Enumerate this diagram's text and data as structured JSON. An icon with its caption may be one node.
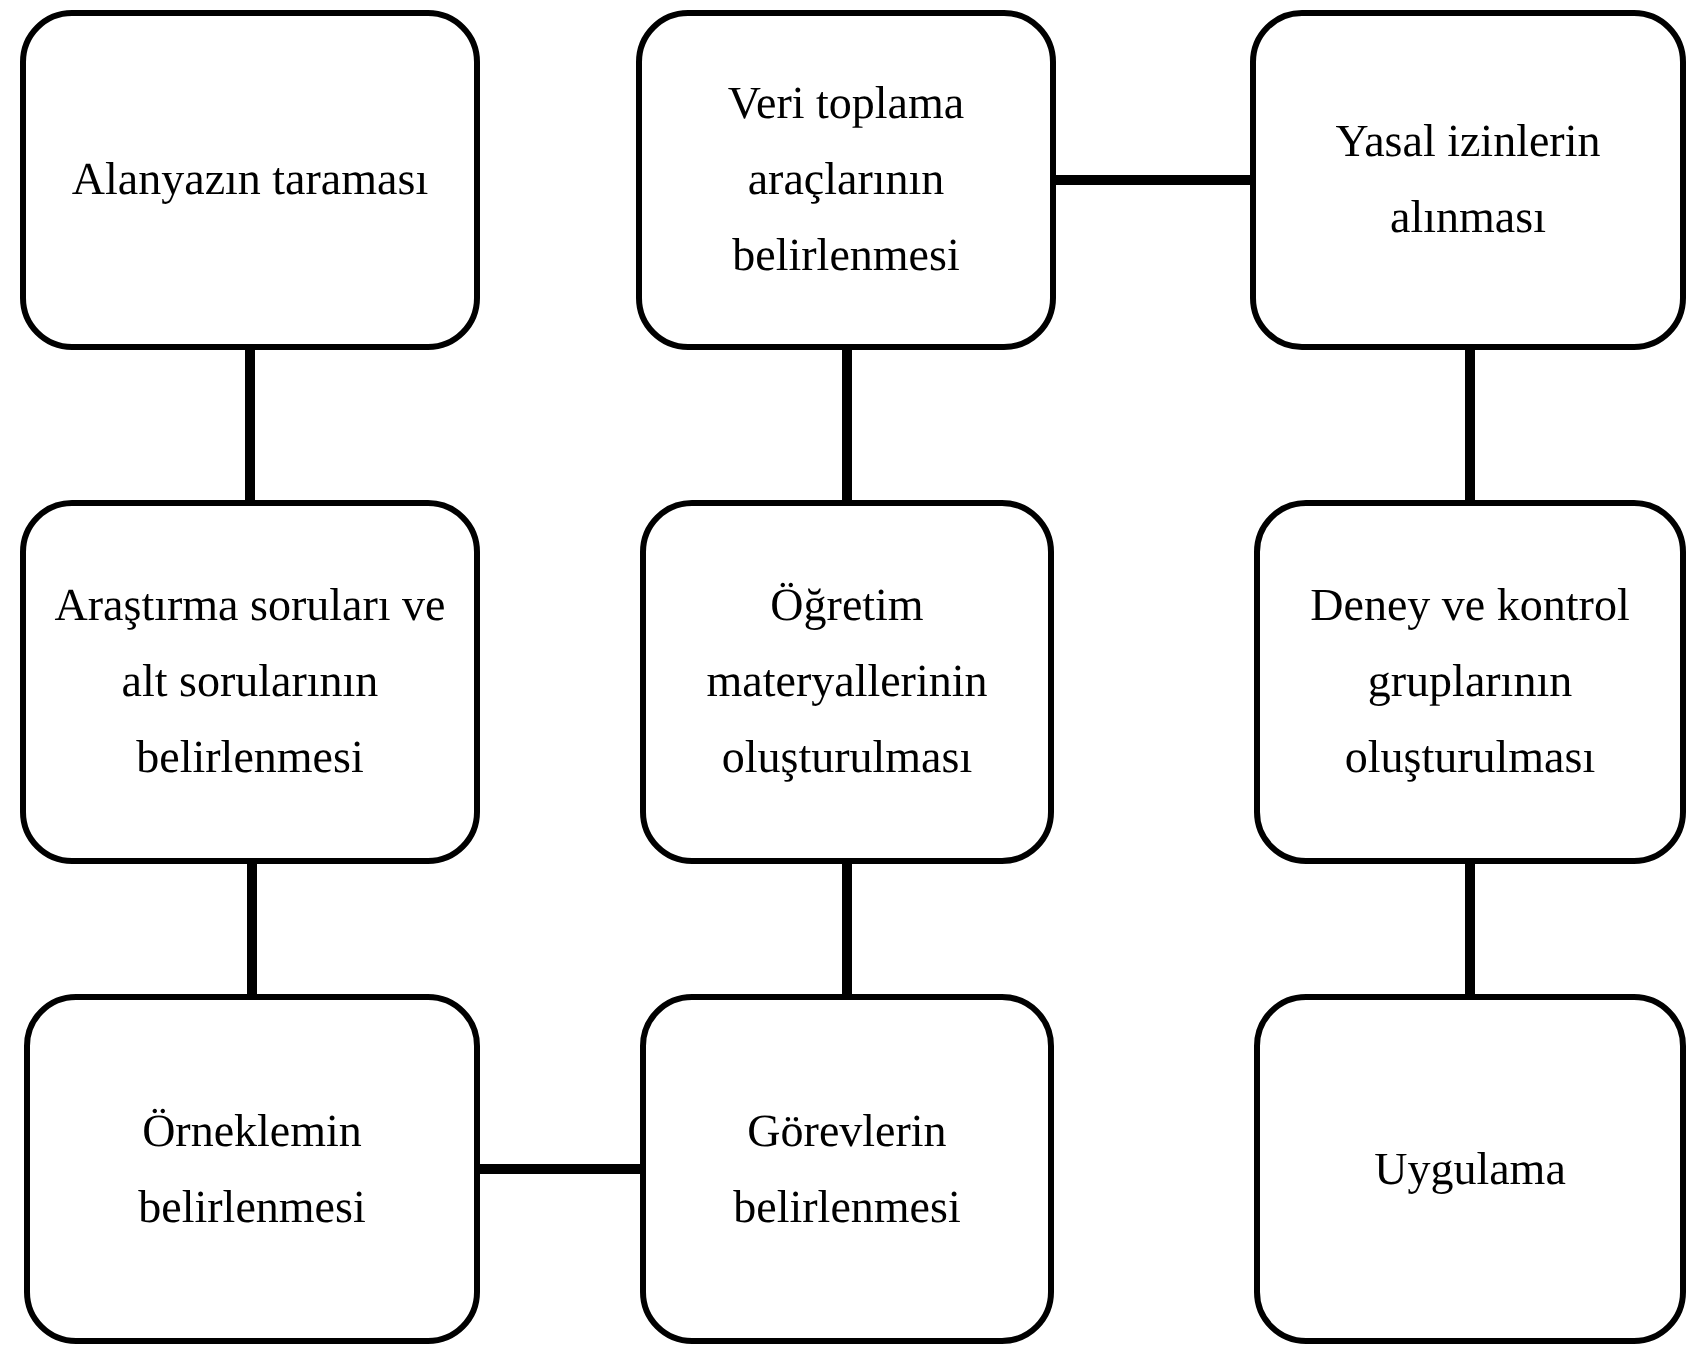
{
  "diagram": {
    "nodes": [
      {
        "text": [
          "Alanyazın taraması"
        ]
      },
      {
        "text": [
          "Veri toplama araçlarının belirlenmesi"
        ]
      },
      {
        "text": [
          "Yasal izinlerin alınması"
        ]
      },
      {
        "text": [
          "Araştırma soruları ve alt sorularının belirlenmesi"
        ]
      },
      {
        "text": [
          "Öğretim materyallerinin oluşturulması"
        ]
      },
      {
        "text": [
          "Deney ve kontrol gruplarının oluşturulması"
        ]
      },
      {
        "text": [
          "Örneklemin belirlenmesi"
        ]
      },
      {
        "text": [
          "Görevlerin belirlenmesi"
        ]
      },
      {
        "text": [
          "Uygulama"
        ]
      }
    ],
    "edges": [
      {
        "from": 0,
        "to": 3,
        "arrow": "none"
      },
      {
        "from": 3,
        "to": 6,
        "arrow": "none"
      },
      {
        "from": 6,
        "to": 7,
        "arrow": "none"
      },
      {
        "from": 7,
        "to": 4,
        "arrow": "none"
      },
      {
        "from": 4,
        "to": 1,
        "arrow": "none"
      },
      {
        "from": 1,
        "to": 2,
        "arrow": "none"
      },
      {
        "from": 2,
        "to": 5,
        "arrow": "none"
      },
      {
        "from": 5,
        "to": 8,
        "arrow": "none"
      }
    ]
  }
}
